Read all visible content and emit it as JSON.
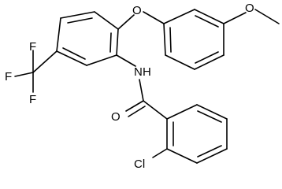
{
  "diagram": {
    "type": "chemical-structure",
    "atoms": {
      "O_ether": "O",
      "O_methoxy": "O",
      "N_amide": "N",
      "H_amide": "H",
      "O_carbonyl": "O",
      "Cl": "Cl",
      "F_top": "F",
      "F_left": "F",
      "F_bottom": "F"
    }
  }
}
